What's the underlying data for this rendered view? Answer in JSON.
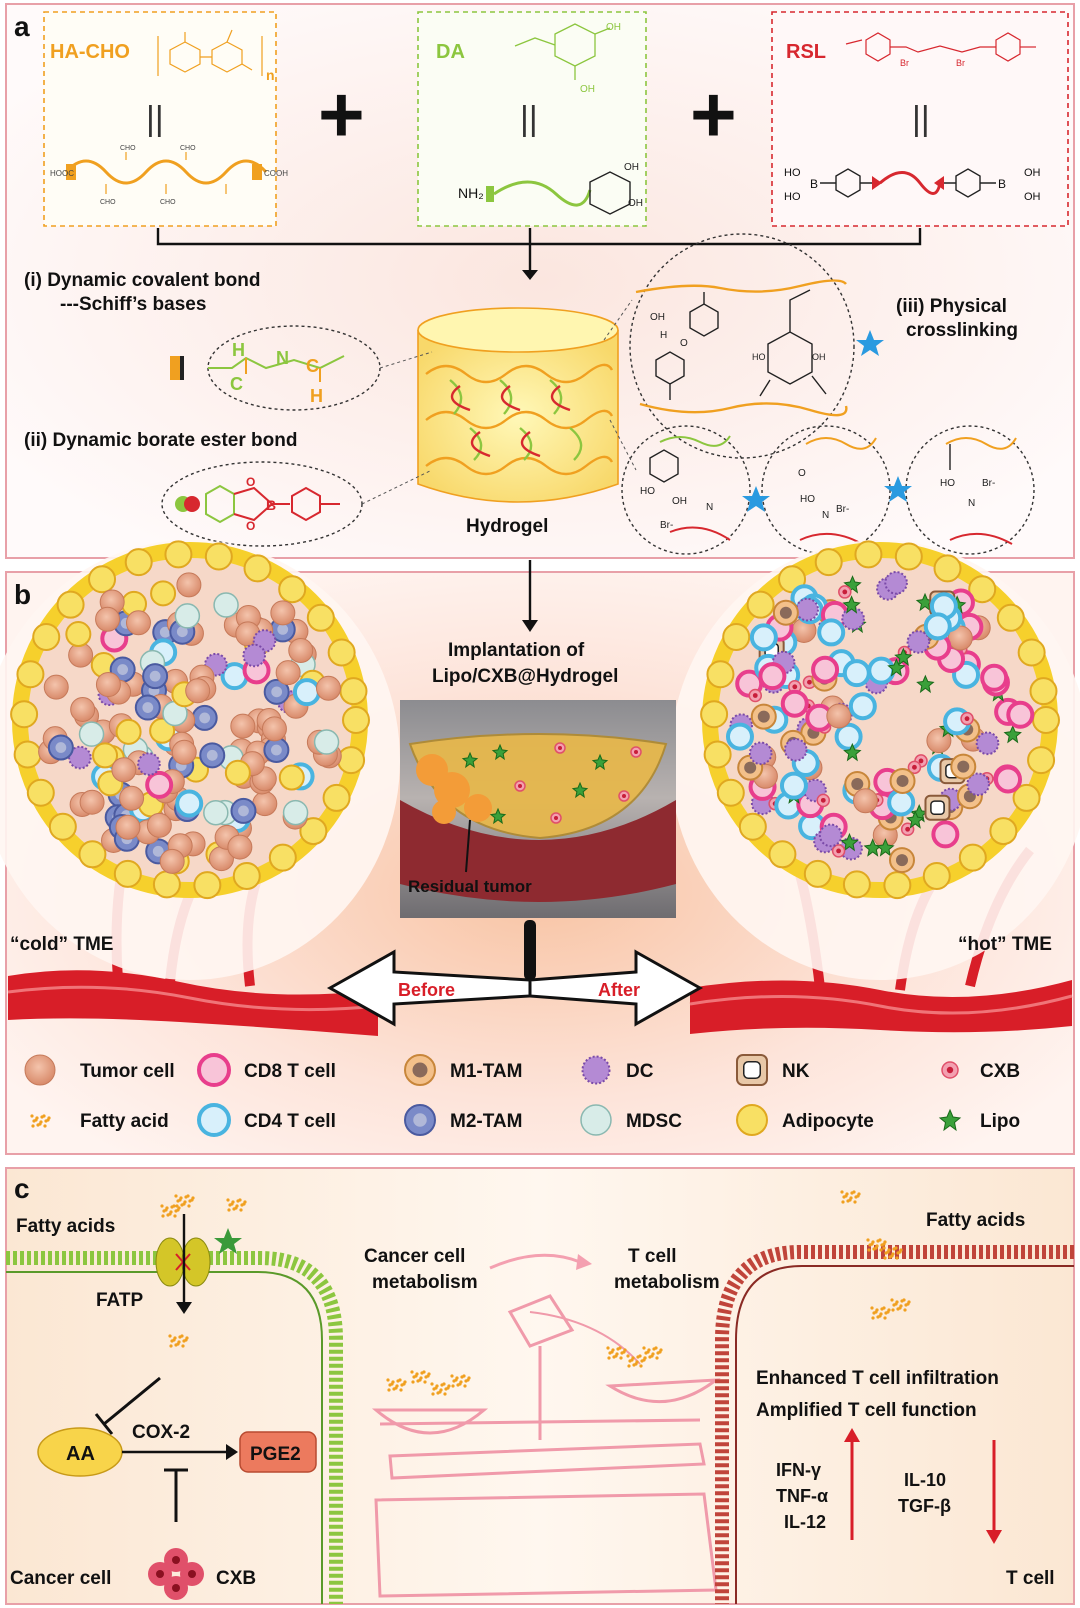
{
  "panels": {
    "a": "a",
    "b": "b",
    "c": "c"
  },
  "panel_a": {
    "components": {
      "hacho": "HA-CHO",
      "hacho_n": "n",
      "hacho_hooc": "HOOC",
      "hacho_cooh": "COOH",
      "hacho_cho": "CHO",
      "da": "DA",
      "da_nh2": "NH₂",
      "da_oh": "OH",
      "rsl": "RSL",
      "rsl_br": "Br",
      "rsl_ho": "HO",
      "rsl_b": "B",
      "rsl_oh": "OH"
    },
    "plus": "+",
    "equals": "||",
    "bond_i_title": "(i) Dynamic covalent bond",
    "bond_i_sub": "---Schiff’s bases",
    "bond_i_h": "H",
    "bond_i_c": "C",
    "bond_i_n": "N",
    "bond_ii_title": "(ii) Dynamic borate ester bond",
    "bond_ii_b": "B",
    "bond_ii_o": "O",
    "bond_iii_title": "(iii) Physical",
    "bond_iii_sub": "crosslinking",
    "chem_ho": "HO",
    "chem_oh": "OH",
    "chem_o": "O",
    "chem_h": "H",
    "chem_br": "Br-",
    "chem_n": "N",
    "hydrogel": "Hydrogel"
  },
  "panel_b": {
    "implant_line1": "Implantation of",
    "implant_line2": "Lipo/CXB@Hydrogel",
    "residual": "Residual tumor",
    "cold": "“cold” TME",
    "hot": "“hot” TME",
    "before": "Before",
    "after": "After",
    "legend": [
      {
        "label": "Tumor cell"
      },
      {
        "label": "CD8 T cell"
      },
      {
        "label": "M1-TAM"
      },
      {
        "label": "DC"
      },
      {
        "label": "NK"
      },
      {
        "label": "CXB"
      },
      {
        "label": "Fatty acid"
      },
      {
        "label": "CD4 T cell"
      },
      {
        "label": "M2-TAM"
      },
      {
        "label": "MDSC"
      },
      {
        "label": "Adipocyte"
      },
      {
        "label": "Lipo"
      }
    ]
  },
  "panel_c": {
    "fatty_acids_left": "Fatty acids",
    "fatp": "FATP",
    "aa": "AA",
    "cox2": "COX-2",
    "pge2": "PGE2",
    "cancer_cell": "Cancer cell",
    "cxb": "CXB",
    "cancer_metab_1": "Cancer cell",
    "cancer_metab_2": "metabolism",
    "tcell_metab_1": "T cell",
    "tcell_metab_2": "metabolism",
    "fatty_acids_right": "Fatty acids",
    "enhanced": "Enhanced T cell infiltration",
    "amplified": "Amplified T cell function",
    "up_cytokines": [
      "IFN-γ",
      "TNF-α",
      "IL-12"
    ],
    "down_cytokines": [
      "IL-10",
      "TGF-β"
    ],
    "tcell": "T cell"
  },
  "colors": {
    "hacho": "#f0a020",
    "da": "#8cc63f",
    "rsl": "#d7282f",
    "panel_border": "#e8a0a8",
    "vessel": "#d81e28",
    "tumor": "#e8a98c",
    "cd8": "#e83e8c",
    "cd4": "#49b4e0",
    "adipocyte": "#f6d02c",
    "dc": "#a780c8",
    "pge2": "#ec7a5e"
  }
}
